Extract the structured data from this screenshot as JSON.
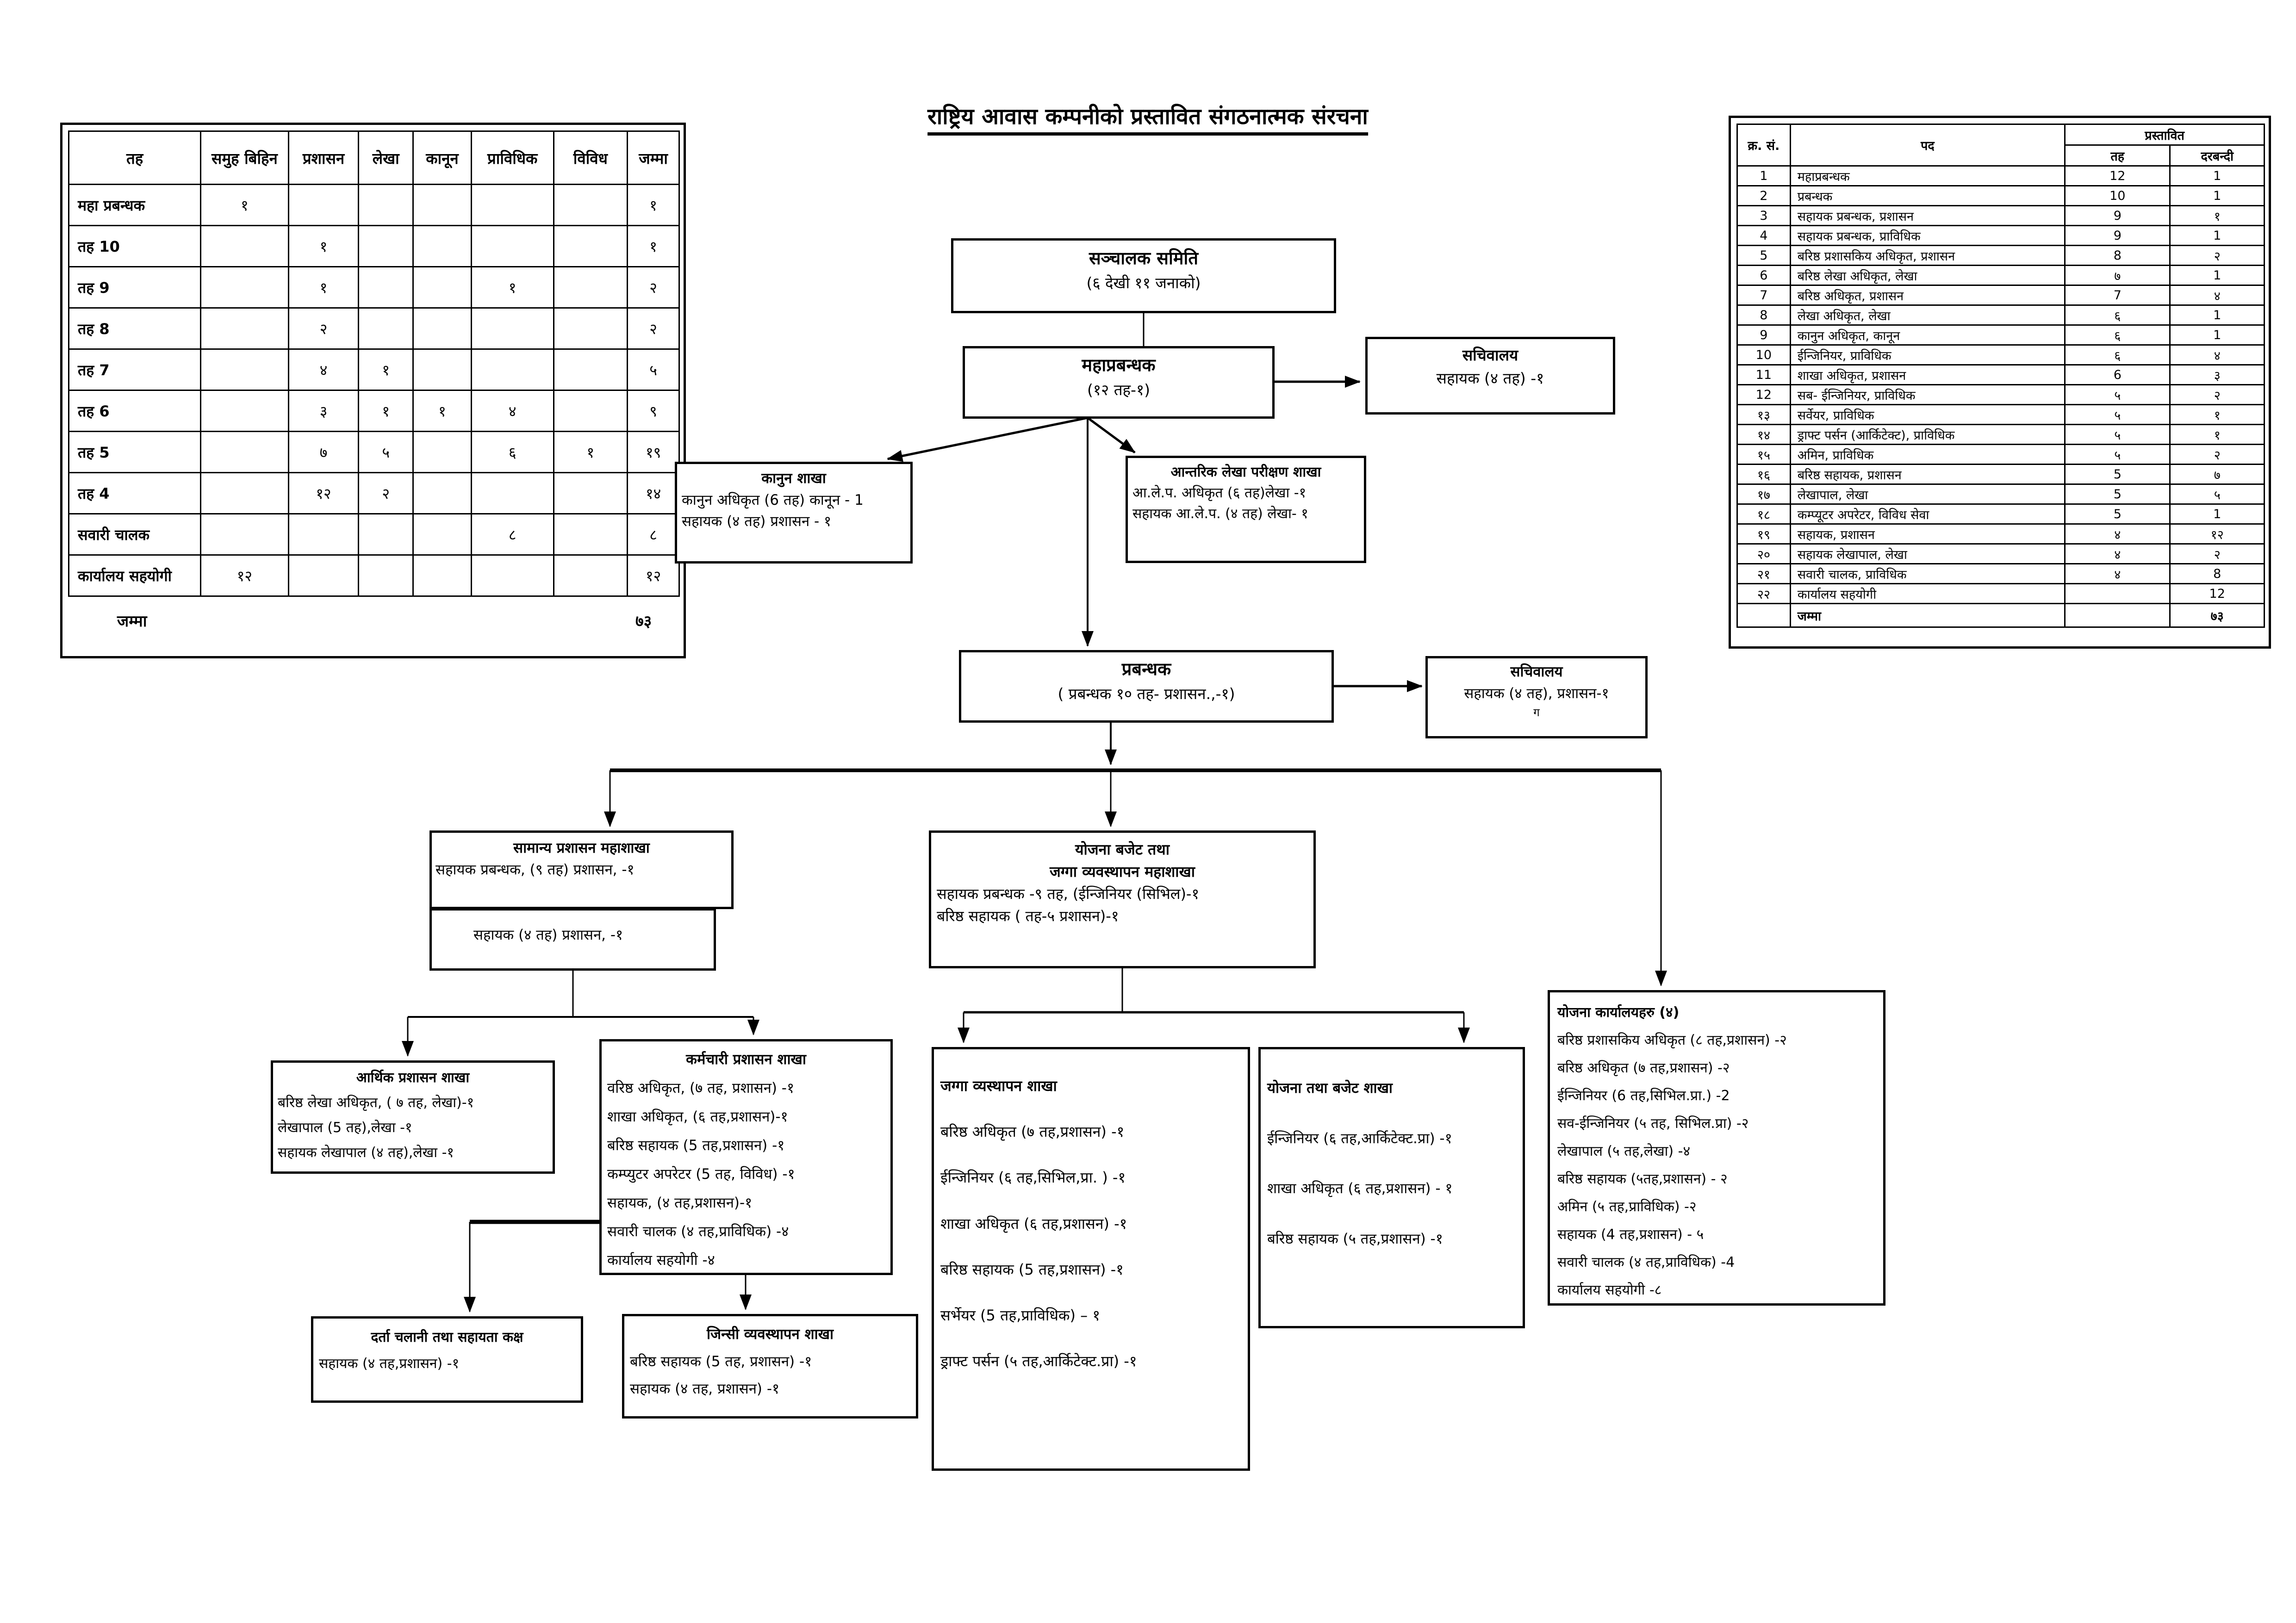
{
  "title": "राष्ट्रिय आवास कम्पनीको प्रस्तावित संगठनात्मक संरचना",
  "left_table": {
    "headers": [
      "तह",
      "समुह बिहिन",
      "प्रशासन",
      "लेखा",
      "कानून",
      "प्राविधिक",
      "विविध",
      "जम्मा"
    ],
    "rows": [
      {
        "label": "महा प्रबन्धक",
        "values": [
          "१",
          "",
          "",
          "",
          "",
          "",
          "१"
        ]
      },
      {
        "label": "तह 10",
        "values": [
          "",
          "१",
          "",
          "",
          "",
          "",
          "१"
        ]
      },
      {
        "label": "तह 9",
        "values": [
          "",
          "१",
          "",
          "",
          "१",
          "",
          "२"
        ]
      },
      {
        "label": "तह 8",
        "values": [
          "",
          "२",
          "",
          "",
          "",
          "",
          "२"
        ]
      },
      {
        "label": "तह 7",
        "values": [
          "",
          "४",
          "१",
          "",
          "",
          "",
          "५"
        ]
      },
      {
        "label": "तह 6",
        "values": [
          "",
          "३",
          "१",
          "१",
          "४",
          "",
          "९"
        ]
      },
      {
        "label": "तह 5",
        "values": [
          "",
          "७",
          "५",
          "",
          "६",
          "१",
          "१९"
        ]
      },
      {
        "label": "तह 4",
        "values": [
          "",
          "१२",
          "२",
          "",
          "",
          "",
          "१४"
        ]
      },
      {
        "label": "सवारी चालक",
        "values": [
          "",
          "",
          "",
          "",
          "८",
          "",
          "८"
        ]
      },
      {
        "label": "कार्यालय सहयोगी",
        "values": [
          "१२",
          "",
          "",
          "",
          "",
          "",
          "१२"
        ]
      }
    ],
    "total_label": "जम्मा",
    "total_value": "७३"
  },
  "right_table": {
    "headers": {
      "sn": "क्र. सं.",
      "post": "पद",
      "proposed": "प्रस्तावित",
      "level": "तह",
      "positions": "दरबन्दी"
    },
    "rows": [
      [
        "1",
        "महाप्रबन्धक",
        "12",
        "1"
      ],
      [
        "2",
        "प्रबन्धक",
        "10",
        "1"
      ],
      [
        "3",
        "सहायक प्रबन्धक, प्रशासन",
        "9",
        "१"
      ],
      [
        "4",
        "सहायक प्रबन्धक, प्राविधिक",
        "9",
        "1"
      ],
      [
        "5",
        "बरिष्ठ प्रशासकिय अधिकृत, प्रशासन",
        "8",
        "२"
      ],
      [
        "6",
        "बरिष्ठ लेखा अधिकृत, लेखा",
        "७",
        "1"
      ],
      [
        "7",
        "बरिष्ठ अधिकृत, प्रशासन",
        "7",
        "४"
      ],
      [
        "8",
        "लेखा अधिकृत, लेखा",
        "६",
        "1"
      ],
      [
        "9",
        "कानुन अधिकृत, कानून",
        "६",
        "1"
      ],
      [
        "10",
        "ईन्जिनियर, प्राविधिक",
        "६",
        "४"
      ],
      [
        "11",
        "शाखा अधिकृत, प्रशासन",
        "6",
        "३"
      ],
      [
        "12",
        "सब- ईन्जिनियर, प्राविधिक",
        "५",
        "२"
      ],
      [
        "१३",
        "सर्वेयर, प्राविधिक",
        "५",
        "१"
      ],
      [
        "१४",
        "ड्राफ्ट पर्सन (आर्किटेक्ट), प्राविधिक",
        "५",
        "१"
      ],
      [
        "१५",
        "अमिन, प्राविधिक",
        "५",
        "२"
      ],
      [
        "१६",
        "बरिष्ठ सहायक, प्रशासन",
        "5",
        "७"
      ],
      [
        "१७",
        "लेखापाल, लेखा",
        "5",
        "५"
      ],
      [
        "१८",
        "कम्प्यूटर अपरेटर, विविध सेवा",
        "5",
        "1"
      ],
      [
        "१९",
        "सहायक, प्रशासन",
        "४",
        "१२"
      ],
      [
        "२०",
        "सहायक लेखापाल, लेखा",
        "४",
        "२"
      ],
      [
        "२१",
        "सवारी चालक, प्राविधिक",
        "४",
        "8"
      ],
      [
        "२२",
        "कार्यालय सहयोगी",
        "",
        "12"
      ]
    ],
    "total_label": "जम्मा",
    "total_value": "७३"
  },
  "org_chart": {
    "boxes": {
      "sanchalak": {
        "title": "सञ्चालक समिति",
        "subtitle": "(६ देखी ११ जनाको)"
      },
      "mahaprabandhak": {
        "title": "महाप्रबन्धक",
        "subtitle": "(१२ तह-१)"
      },
      "sachiwalaya_top": {
        "title": "सचिवालय",
        "lines": [
          "सहायक (४ तह) -१"
        ]
      },
      "kanun_shakha": {
        "title": "कानुन शाखा",
        "lines": [
          "कानुन अधिकृत (6 तह) कानून - 1",
          "सहायक (४ तह) प्रशासन - १"
        ]
      },
      "antarik_lekha": {
        "title": "आन्तरिक लेखा परीक्षण शाखा",
        "lines": [
          "आ.ले.प. अधिकृत (६ तह)लेखा -१",
          "सहायक आ.ले.प. (४ तह) लेखा- १"
        ]
      },
      "prabandhak": {
        "title": "प्रबन्धक",
        "subtitle": "( प्रबन्धक १० तह- प्रशासन.,-१)"
      },
      "sachiwalaya_mid": {
        "title": "सचिवालय",
        "lines": [
          "सहायक (४ तह), प्रशासन-१",
          "ग"
        ]
      },
      "samanya_prashasan": {
        "title": "सामान्य प्रशासन महाशाखा",
        "lines": [
          "सहायक प्रबन्धक, (९ तह) प्रशासन, -१"
        ],
        "sub_line": "सहायक (४ तह) प्रशासन, -१"
      },
      "yojana_mahashakha": {
        "title_line1": "योजना बजेट तथा",
        "title_line2": "जग्गा व्यवस्थापन महाशाखा",
        "lines": [
          "सहायक प्रबन्धक -९ तह, (ईन्जिनियर (सिभिल)-१",
          "बरिष्ठ सहायक ( तह-५ प्रशासन)-१"
        ]
      },
      "arthik_prashasan": {
        "title": "आर्थिक प्रशासन शाखा",
        "lines": [
          "बरिष्ठ लेखा अधिकृत, ( ७ तह, लेखा)-१",
          "लेखापाल  (5 तह),लेखा -१",
          "सहायक लेखापाल (४ तह),लेखा -१"
        ]
      },
      "karmachari_prashasan": {
        "title": "कर्मचारी प्रशासन शाखा",
        "lines": [
          "वरिष्ठ अधिकृत, (७ तह, प्रशासन) -१",
          "शाखा अधिकृत, (६ तह,प्रशासन)-१",
          "बरिष्ठ सहायक (5 तह,प्रशासन) -१",
          "कम्प्युटर अपरेटर (5 तह, विविध) -१",
          "सहायक, (४ तह,प्रशासन)-१",
          "सवारी चालक (४ तह,प्राविधिक) -४",
          "कार्यालय सहयोगी -४"
        ]
      },
      "jagga_vyavasthapan": {
        "title": "जग्गा व्यस्थापन शाखा",
        "lines": [
          "बरिष्ठ अधिकृत (७ तह,प्रशासन) -१",
          "ईन्जिनियर  (६ तह,सिभिल,प्रा. ) -१",
          "शाखा अधिकृत (६ तह,प्रशासन) -१",
          "बरिष्ठ सहायक (5 तह,प्रशासन) -१",
          "सर्भेयर  (5 तह,प्राविधिक) – १",
          "ड्राफ्ट पर्सन (५ तह,आर्किटेक्ट.प्रा) -१"
        ]
      },
      "yojana_tatha_budget": {
        "title": "योजना तथा बजेट शाखा",
        "lines": [
          "ईन्जिनियर  (६ तह,आर्किटेक्ट.प्रा) -१",
          "शाखा अधिकृत (६ तह,प्रशासन) - १",
          "बरिष्ठ सहायक (५ तह,प्रशासन) -१"
        ]
      },
      "yojana_karyalaya": {
        "title": "योजना कार्यालयहरु (४)",
        "lines": [
          "बरिष्ठ प्रशासकिय अधिकृत (८ तह,प्रशासन) -२",
          "बरिष्ठ अधिकृत (७ तह,प्रशासन) -२",
          "ईन्जिनियर (6 तह,सिभिल.प्रा.) -2",
          "सव-ईन्जिनियर (५ तह, सिभिल.प्रा) -२",
          "लेखापाल (५ तह,लेखा) -४",
          "बरिष्ठ सहायक (५तह,प्रशासन) - २",
          "अमिन (५ तह,प्राविधिक) -२",
          "सहायक (4 तह,प्रशासन) - ५",
          "सवारी चालक (४ तह,प्राविधिक) -4",
          "कार्यालय सहयोगी -८"
        ]
      },
      "darta_chalani": {
        "title": "दर्ता चलानी तथा सहायता कक्ष",
        "lines": [
          "सहायक (४ तह,प्रशासन) -१"
        ]
      },
      "jinsi_vyavasthapan": {
        "title": "जिन्सी व्यवस्थापन शाखा",
        "lines": [
          "बरिष्ठ सहायक (5 तह, प्रशासन) -१",
          "सहायक (४ तह, प्रशासन) -१"
        ]
      }
    }
  }
}
